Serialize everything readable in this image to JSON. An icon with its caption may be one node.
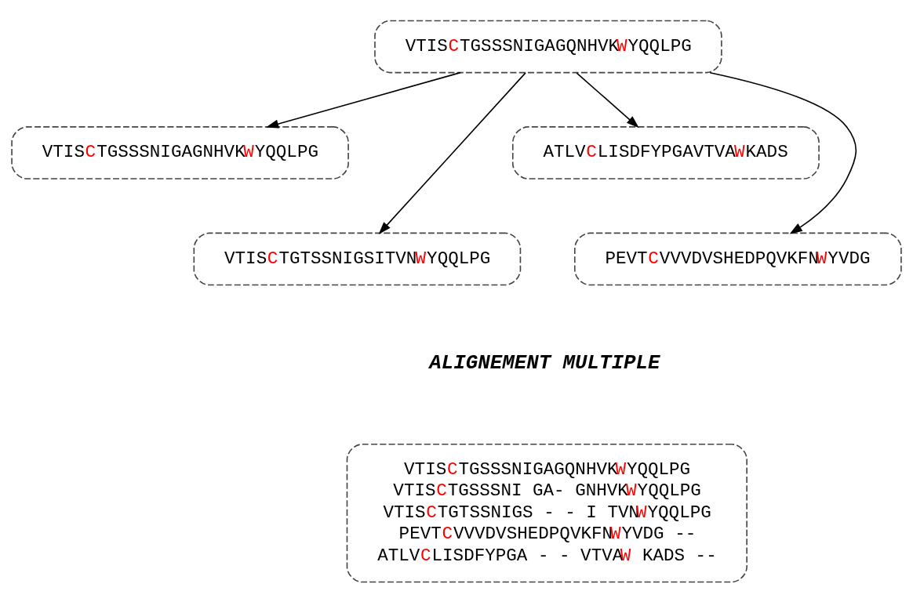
{
  "diagram": {
    "nodes": [
      {
        "text": [
          "VTISCTGSSSNIGAGQNHVKWYQQLPG"
        ]
      },
      {
        "text": [
          "VTISCTGSSSNIGAGNHVKWYQQLPG"
        ]
      },
      {
        "text": [
          "ATLVCLISDFYPGAVTVAWKADS"
        ]
      },
      {
        "text": [
          "VTISCTGTSSNIGSITVNWYQQLPG"
        ]
      },
      {
        "text": [
          "PEVTCVVVDVSHEDPQVKFNWYVDG"
        ]
      },
      {
        "text": [
          "VTISCTGSSSNIGAGQNHVKWYQQLPG",
          "VTISCTGSSSNI GA- GNHVKWYQQLPG",
          "VTISCTGTSSNIGS - - I TVNWYQQLPG",
          "PEVTCVVVDVSHEDPQVKFNWYVDG --",
          "ATLVCLISDFYPGA - - VTVAW KADS --"
        ]
      }
    ],
    "edges": [
      {
        "from": 0,
        "to": 1,
        "arrow": "to"
      },
      {
        "from": 0,
        "to": 3,
        "arrow": "to"
      },
      {
        "from": 0,
        "to": 4,
        "arrow": "to"
      },
      {
        "from": 0,
        "to": 2,
        "arrow": "to"
      }
    ],
    "labels": [
      "ALIGNEMENT MULTIPLE"
    ]
  }
}
